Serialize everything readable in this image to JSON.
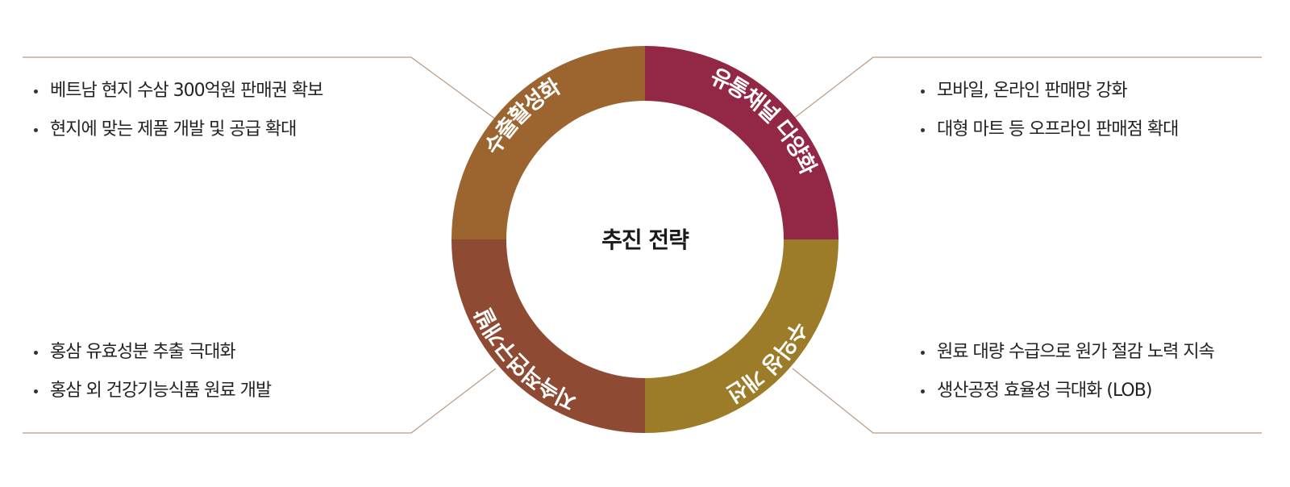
{
  "center_title": "추진 전략",
  "segments": [
    {
      "key": "tl",
      "label": "수출활성화",
      "color": "#9c6530"
    },
    {
      "key": "tr",
      "label": "유통채널 다양화",
      "color": "#922845"
    },
    {
      "key": "br",
      "label": "수익성 개선",
      "color": "#9c7c28"
    },
    {
      "key": "bl",
      "label": "지속적연구개발",
      "color": "#8f4a33"
    }
  ],
  "connector_color": "#b69a86",
  "lists": {
    "tl": [
      "베트남 현지 수삼 300억원 판매권 확보",
      "현지에 맞는 제품 개발 및 공급 확대"
    ],
    "tr": [
      "모바일, 온라인 판매망 강화",
      "대형 마트 등 오프라인 판매점 확대"
    ],
    "bl": [
      "홍삼 유효성분 추출 극대화",
      "홍삼 외 건강기능식품 원료 개발"
    ],
    "br": [
      "원료 대량 수급으로 원가 절감 노력 지속",
      "생산공정 효율성 극대화 (LOB)"
    ]
  }
}
